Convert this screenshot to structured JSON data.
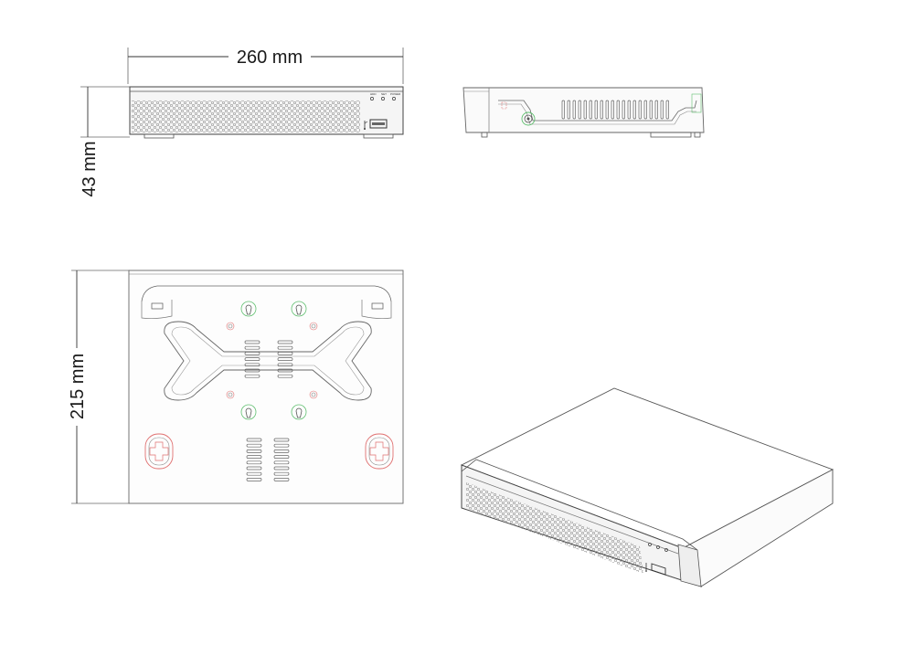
{
  "dimensions": {
    "width": "260 mm",
    "height": "43 mm",
    "depth": "215 mm"
  },
  "front_panel": {
    "indicator_labels": [
      "HDD",
      "NET",
      "POWER"
    ]
  },
  "colors": {
    "line": "#555555",
    "hole": "#8a8a8a",
    "accent_green": "#5fbf6f",
    "accent_red": "#e07070",
    "panel_fill": "#f3f3f3"
  },
  "icons": [
    "usb-icon"
  ]
}
